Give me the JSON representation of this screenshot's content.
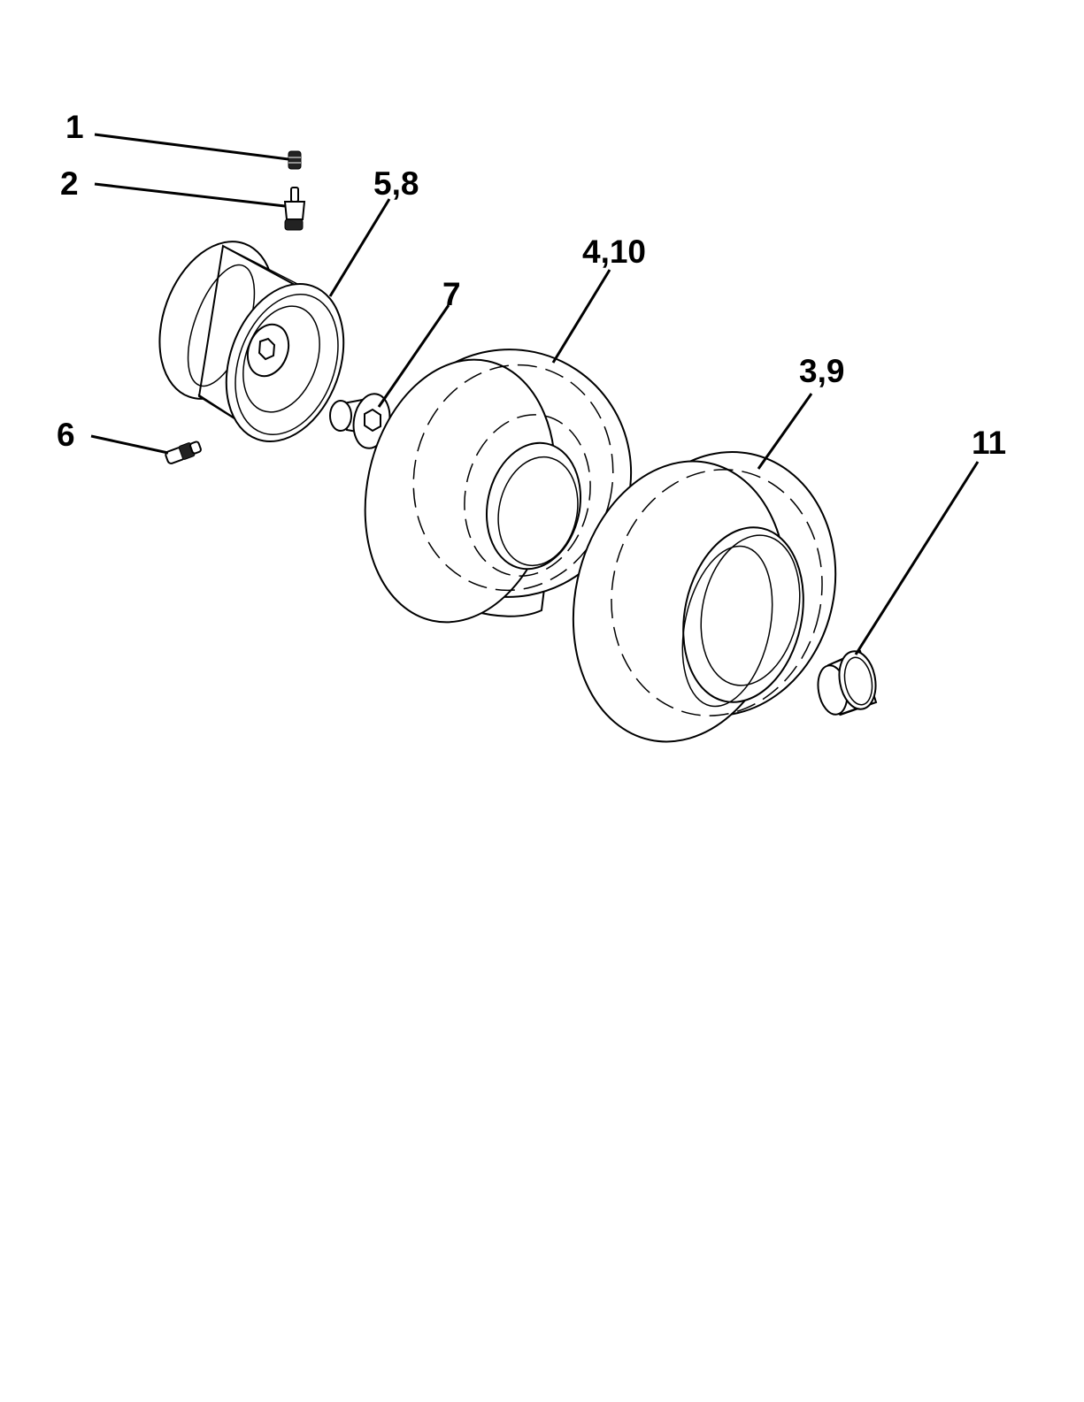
{
  "callouts": [
    {
      "id": "c1",
      "label": "1"
    },
    {
      "id": "c2",
      "label": "2"
    },
    {
      "id": "c58",
      "label": "5,8"
    },
    {
      "id": "c410",
      "label": "4,10"
    },
    {
      "id": "c7",
      "label": "7"
    },
    {
      "id": "c39",
      "label": "3,9"
    },
    {
      "id": "c6",
      "label": "6"
    },
    {
      "id": "c11",
      "label": "11"
    }
  ]
}
